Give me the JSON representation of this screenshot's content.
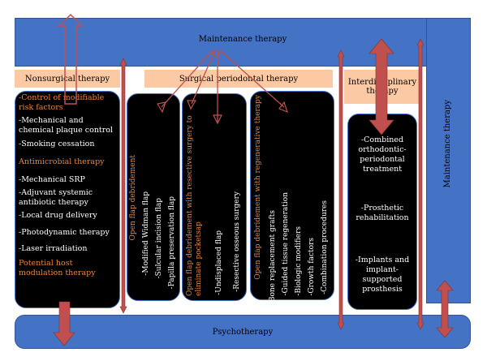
{
  "maintenance_top": "Maintenance therapy",
  "maintenance_right": "Maintenance therapy",
  "psychotherapy": "Psychotherapy",
  "nonsurgical": {
    "header": "Nonsurgical therapy",
    "items": [
      {
        "text": "-Control of modifiable risk factors",
        "accent": true
      },
      {
        "text": "-Mechanical and chemical plaque control",
        "accent": false
      },
      {
        "text": "-Smoking cessation",
        "accent": false
      },
      {
        "text": "Antimicrobial therapy",
        "accent": true
      },
      {
        "text": "-Mechanical SRP",
        "accent": false
      },
      {
        "text": "-Adjuvant systemic antibiotic therapy",
        "accent": false
      },
      {
        "text": "-Local drug delivery",
        "accent": false
      },
      {
        "text": "-Photodynamic therapy",
        "accent": false
      },
      {
        "text": "-Laser irradiation",
        "accent": false
      },
      {
        "text": "Potential host modulation therapy",
        "accent": true
      }
    ]
  },
  "surgical": {
    "header": "Surgical periodontal therapy",
    "open_flap": {
      "title": "Open flap debridement",
      "items": [
        "-Modified Widman flap",
        "-Sulcular incision flap",
        "-Papilla preservation flap"
      ]
    },
    "resective": {
      "title": "Open flap debridement with resective surgery to eliminate pocketsap",
      "items": [
        "-Undisplaced flap",
        "-Resective osseous surgery"
      ]
    },
    "regenerative": {
      "title": "Open flap debridement with regenerative therapy",
      "items": [
        "-Bone replacement grafts",
        "-Guided tissue regeneration",
        "-Biologic modifiers",
        "-Growth factors",
        "-Combination procedures"
      ]
    }
  },
  "interdisciplinary": {
    "header": "Interdisciplinary therapy",
    "items": [
      "-Combined orthodontic-periodontal treatment",
      "-Prosthetic rehabilitation",
      "-Implants and implant-supported prosthesis"
    ]
  },
  "colors": {
    "blue": "#4472c4",
    "peach": "#fbc9a3",
    "orange_text": "#e8853a",
    "arrow_red": "#c0504d"
  }
}
